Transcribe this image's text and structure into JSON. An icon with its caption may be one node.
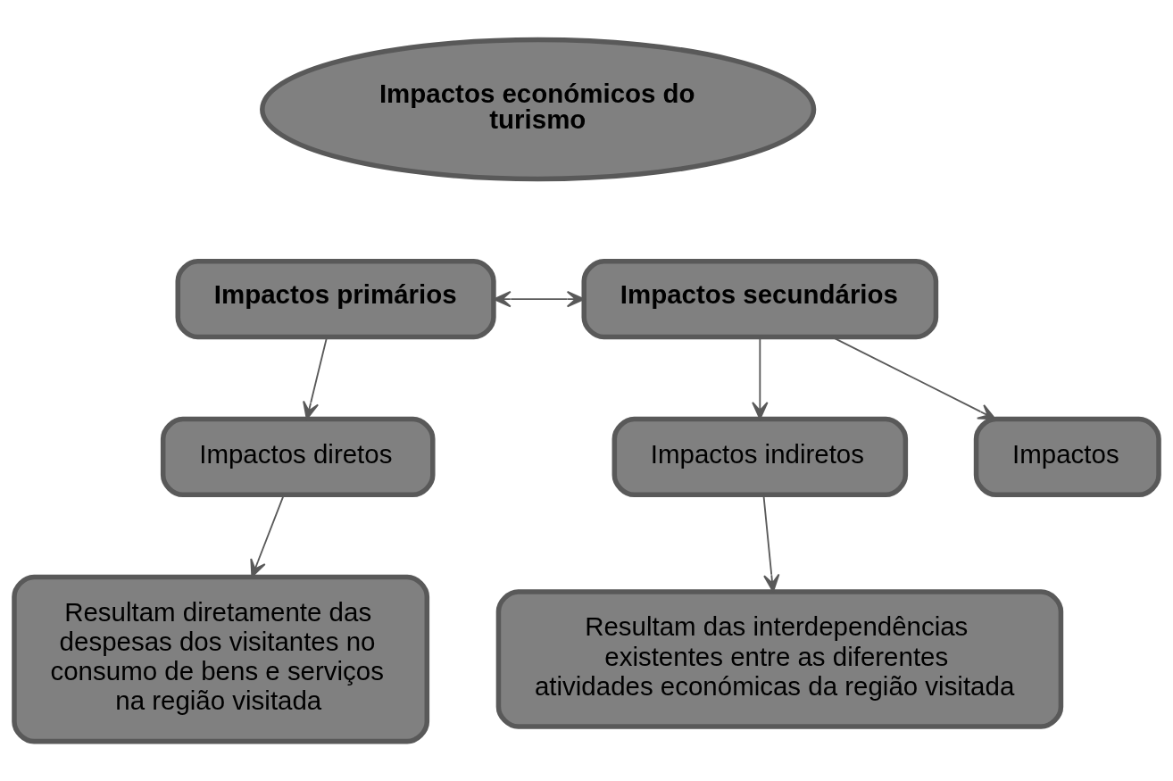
{
  "diagram": {
    "nodes": [
      {
        "text": [
          "Impactos económicos do turismo"
        ]
      },
      {
        "text": [
          "Impactos primários"
        ]
      },
      {
        "text": [
          "Impactos secundários"
        ]
      },
      {
        "text": [
          "Impactos diretos"
        ]
      },
      {
        "text": [
          "Resultam diretamente das despesas dos visitantes no consumo de bens e serviços na região visitada"
        ]
      },
      {
        "text": [
          "Impactos indiretos"
        ]
      },
      {
        "text": [
          "Impactos"
        ]
      },
      {
        "text": [
          "Resultam das interdependências existentes entre as diferentes atividades económicas da região visitada"
        ]
      }
    ],
    "edges": [
      {
        "from": 1,
        "to": 2,
        "arrow": "both"
      },
      {
        "from": 1,
        "to": 3,
        "arrow": "to"
      },
      {
        "from": 3,
        "to": 4,
        "arrow": "to"
      },
      {
        "from": 2,
        "to": 5,
        "arrow": "to"
      },
      {
        "from": 2,
        "to": 6,
        "arrow": "to"
      },
      {
        "from": 5,
        "to": 7,
        "arrow": "to"
      }
    ]
  }
}
